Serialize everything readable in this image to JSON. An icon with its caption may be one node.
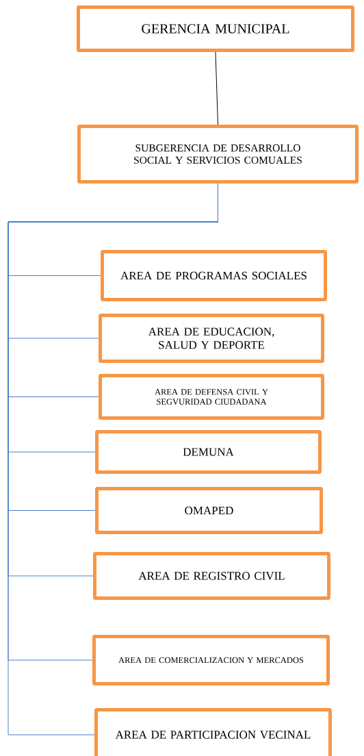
{
  "diagram": {
    "nodes": [
      {
        "text": [
          "GERENCIA MUNICIPAL"
        ]
      },
      {
        "text": [
          "SUBGERENCIA DE DESARROLLO SOCIAL Y SERVICIOS COMUALES"
        ]
      },
      {
        "text": [
          "AREA DE PROGRAMAS SOCIALES"
        ]
      },
      {
        "text": [
          "AREA DE EDUCACION, SALUD Y DEPORTE"
        ]
      },
      {
        "text": [
          "AREA DE DEFENSA CIVIL Y SEGVURIDAD CIUDADANA"
        ]
      },
      {
        "text": [
          "DEMUNA"
        ]
      },
      {
        "text": [
          "OMAPED"
        ]
      },
      {
        "text": [
          "AREA DE REGISTRO CIVIL"
        ]
      },
      {
        "text": [
          "AREA DE COMERCIALIZACION Y MERCADOS"
        ]
      },
      {
        "text": [
          "AREA DE PARTICIPACION VECINAL"
        ]
      }
    ],
    "edges": [
      {
        "from": 0,
        "to": 1,
        "arrow": "none",
        "color": "#000000"
      },
      {
        "from": 1,
        "to": 2,
        "arrow": "none"
      },
      {
        "from": 1,
        "to": 3,
        "arrow": "none"
      },
      {
        "from": 1,
        "to": 4,
        "arrow": "none"
      },
      {
        "from": 1,
        "to": 5,
        "arrow": "none"
      },
      {
        "from": 1,
        "to": 6,
        "arrow": "none"
      },
      {
        "from": 1,
        "to": 7,
        "arrow": "none"
      },
      {
        "from": 1,
        "to": 8,
        "arrow": "none"
      },
      {
        "from": 1,
        "to": 9,
        "arrow": "none"
      }
    ]
  }
}
